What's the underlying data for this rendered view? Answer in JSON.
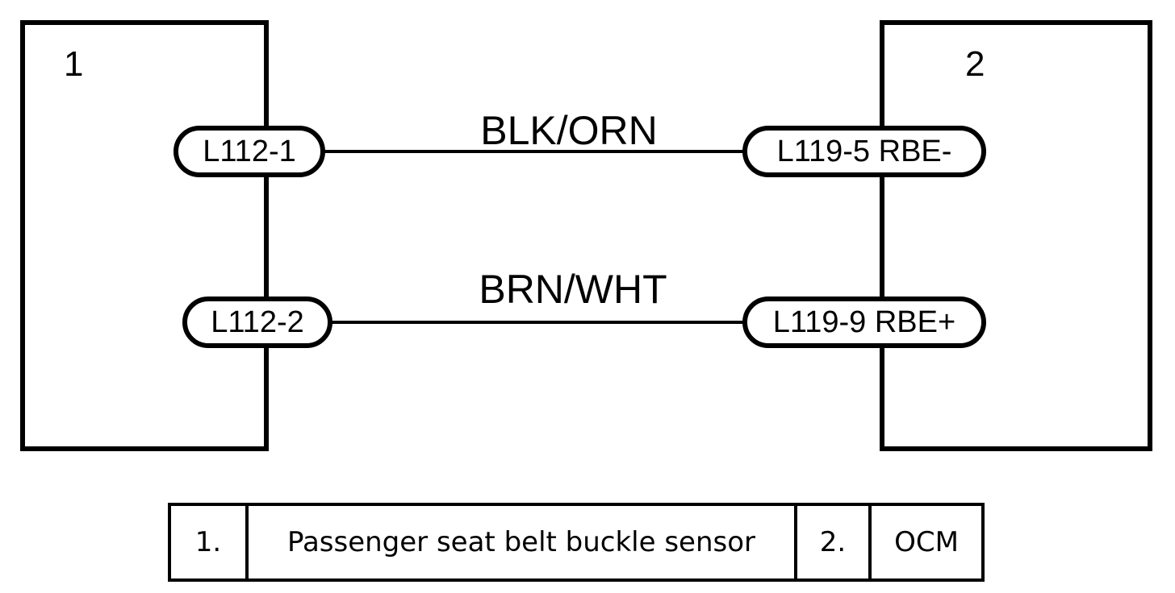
{
  "components": {
    "left": {
      "number": "1"
    },
    "right": {
      "number": "2"
    }
  },
  "pins": {
    "left_top": "L112-1",
    "left_bottom": "L112-2",
    "right_top": "L119-5 RBE-",
    "right_bottom": "L119-9 RBE+"
  },
  "wires": {
    "top": "BLK/ORN",
    "bottom": "BRN/WHT"
  },
  "legend": {
    "item1_num": "1.",
    "item1_desc": "Passenger seat belt buckle sensor",
    "item2_num": "2.",
    "item2_desc": "OCM"
  }
}
